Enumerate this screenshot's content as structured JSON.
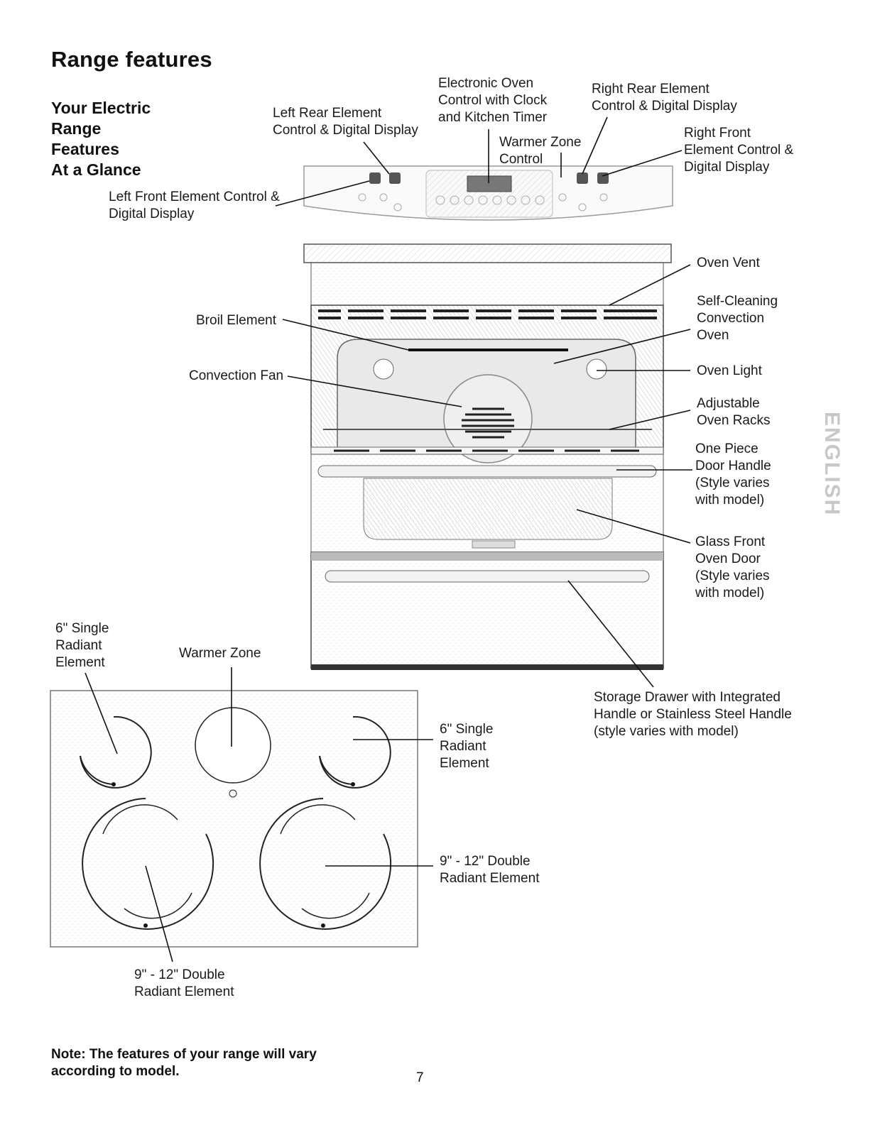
{
  "page": {
    "title": "Range features",
    "subtitle_lines": [
      "Your Electric",
      "Range",
      "Features",
      "At a Glance"
    ],
    "note_lines": [
      "Note: The features of your range will vary",
      "according to model."
    ],
    "page_number": "7",
    "side_tab": "ENGLISH"
  },
  "labels": {
    "left_rear": [
      "Left  Rear Element",
      "Control & Digital Display"
    ],
    "electronic_control": [
      "Electronic Oven",
      "Control with Clock",
      "and Kitchen Timer"
    ],
    "right_rear": [
      "Right Rear Element",
      "Control & Digital Display"
    ],
    "right_front": [
      "Right Front",
      "Element Control &",
      "Digital Display"
    ],
    "warmer_control": [
      "Warmer Zone",
      "Control"
    ],
    "left_front": [
      "Left Front Element Control &",
      "Digital Display"
    ],
    "oven_vent": [
      "Oven Vent"
    ],
    "self_cleaning": [
      "Self-Cleaning",
      "Convection",
      "Oven"
    ],
    "oven_light": [
      "Oven Light"
    ],
    "racks": [
      "Adjustable",
      "Oven Racks"
    ],
    "door_handle": [
      "One Piece",
      "Door Handle",
      "(Style varies",
      "with model)"
    ],
    "glass_door": [
      "Glass Front",
      "Oven Door",
      "(Style varies",
      "with model)"
    ],
    "broil": [
      "Broil Element"
    ],
    "conv_fan": [
      "Convection Fan"
    ],
    "storage": [
      "Storage Drawer with Integrated",
      "Handle or Stainless Steel Handle",
      "(style varies with model)"
    ],
    "six_left": [
      "6\" Single",
      "Radiant",
      "Element"
    ],
    "warmer_zone": [
      "Warmer Zone"
    ],
    "six_right": [
      "6\" Single",
      "Radiant",
      "Element"
    ],
    "nine_right": [
      "9\" - 12\" Double",
      "Radiant Element"
    ],
    "nine_left": [
      "9\" - 12\" Double",
      "Radiant Element"
    ]
  }
}
